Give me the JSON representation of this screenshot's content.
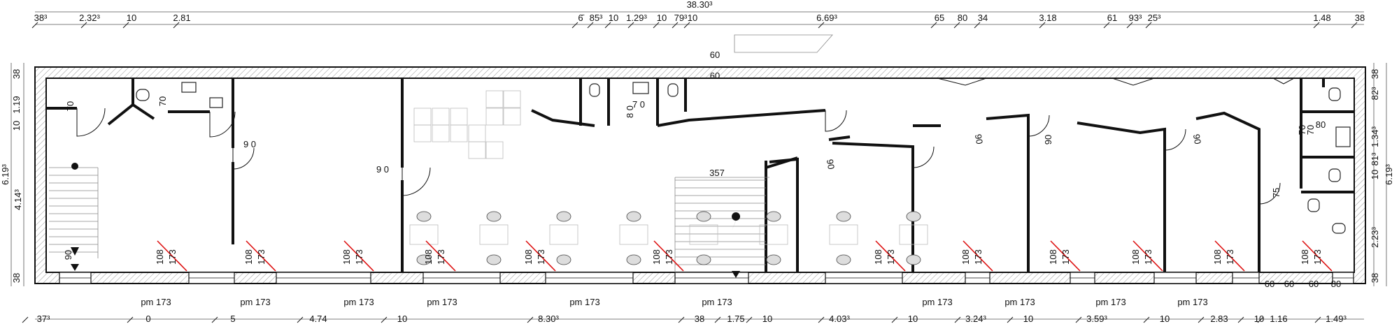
{
  "drawing": {
    "overall_width_dim": "38.30³"
  },
  "top_dims": [
    "38³",
    "2.32³",
    "10",
    "2.81",
    "6̄",
    "85³",
    "10",
    "1.29³",
    "10",
    "79³",
    "10",
    "6.69³",
    "65",
    "80",
    "34",
    "3.18",
    "61",
    "93³",
    "25³",
    "1.48",
    "38"
  ],
  "bottom_dims": [
    "37³",
    "0",
    "5",
    "4.74",
    "10",
    "8.30³",
    "38",
    "1.75",
    "10",
    "4.03³",
    "10",
    "3.24³",
    "10",
    "3.59³",
    "10",
    "2.83",
    "10",
    "1.16",
    "1.49³"
  ],
  "left_dims": [
    "38",
    "1.19",
    "10",
    "6.19³",
    "4.14³",
    "38"
  ],
  "right_dims": [
    "38",
    "82³",
    "1.34³",
    "10",
    "81³",
    "6.19³",
    "2.23³",
    "38"
  ],
  "window_labels": [
    "pm 173",
    "pm 173",
    "pm 173",
    "pm 173",
    "pm 173",
    "pm 173",
    "pm 173",
    "pm 173",
    "pm 173",
    "pm 173"
  ],
  "door_widths": [
    "70",
    "70",
    "9 0",
    "9 0",
    "7 0",
    "7 0",
    "8 0",
    "90",
    "90",
    "90",
    "90",
    "90",
    "80",
    "70",
    "70",
    "75"
  ],
  "opening_labels": [
    "108",
    "173"
  ],
  "stair_label": "357",
  "top_opening_labels": [
    "60",
    "60"
  ],
  "bottom_right_dims": [
    "60",
    "60",
    "60",
    "80"
  ],
  "left_door_label": "90"
}
